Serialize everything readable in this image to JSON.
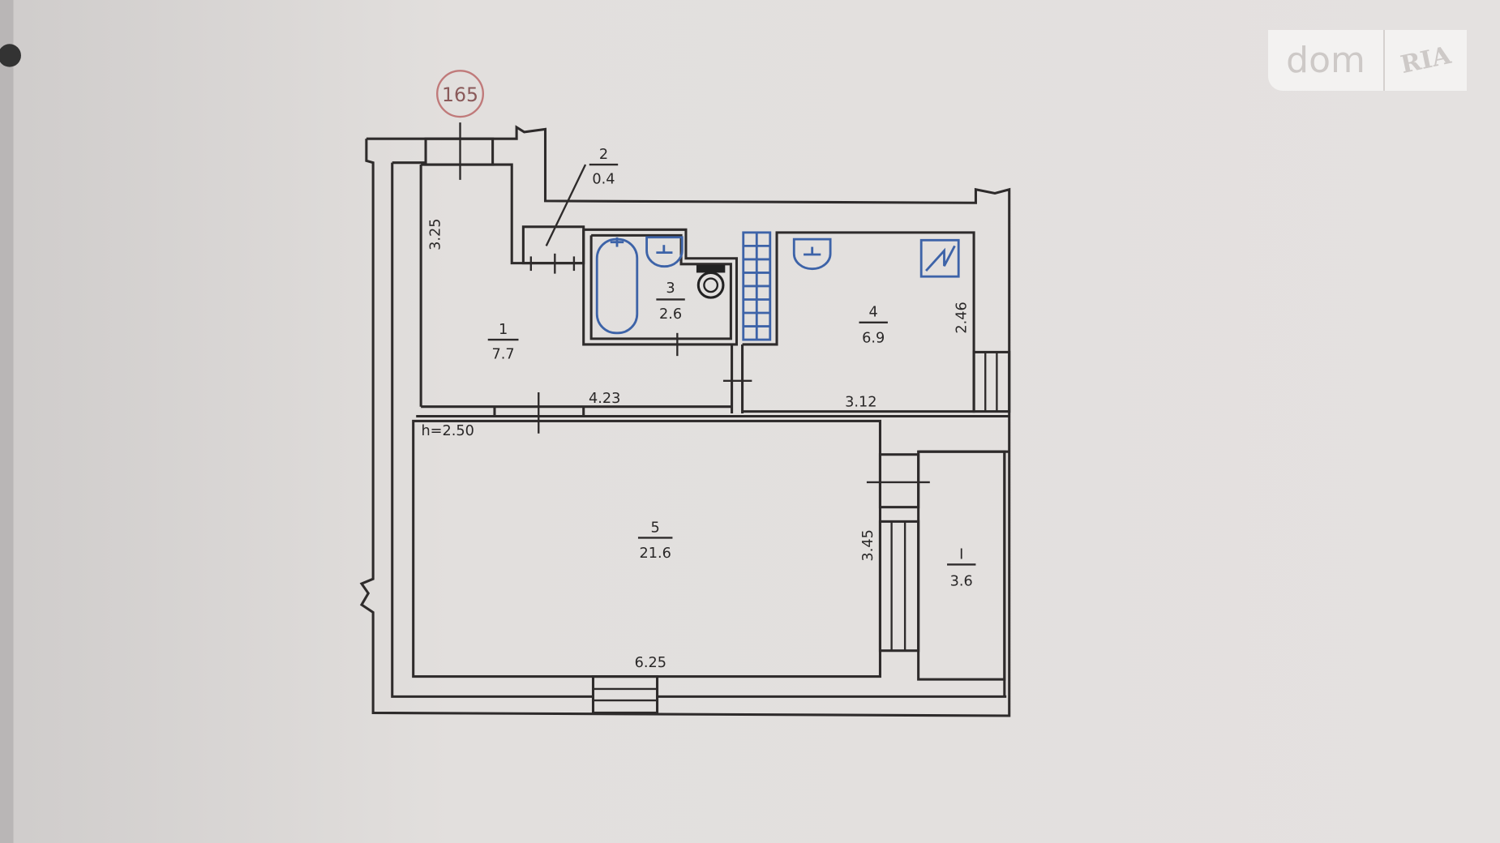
{
  "logo": {
    "left": "dom",
    "right": "RIA"
  },
  "building_number": "165",
  "ceiling_height": "h=2.50",
  "rooms": [
    {
      "number": "1",
      "area": "7.7"
    },
    {
      "number": "2",
      "area": "0.4"
    },
    {
      "number": "3",
      "area": "2.6"
    },
    {
      "number": "4",
      "area": "6.9"
    },
    {
      "number": "5",
      "area": "21.6"
    },
    {
      "number": "I",
      "area": "3.6"
    }
  ],
  "dimensions": {
    "d1": "3.25",
    "d2": "4.23",
    "d3": "3.12",
    "d4": "2.46",
    "d5": "3.45",
    "d6": "6.25"
  },
  "colors": {
    "walls": "#2e2b2b",
    "fixtures": "#3d63a8",
    "marker": "#c07a7a",
    "paper": "#dedbd9"
  }
}
